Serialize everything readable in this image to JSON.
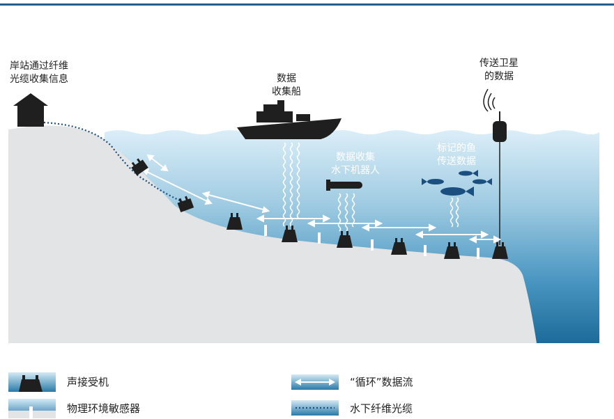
{
  "labels": {
    "shore_station": [
      "岸站通过纤维",
      "光缆收集信息"
    ],
    "data_ship": [
      "数据",
      "收集船"
    ],
    "satellite": [
      "传送卫星",
      "的数据"
    ],
    "auv": [
      "数据收集",
      "水下机器人"
    ],
    "tagged_fish": [
      "标记的鱼",
      "传送数据"
    ]
  },
  "legend": {
    "receiver": "声接受机",
    "sensor": "物理环境敏感器",
    "data_flow": "“循环”数据流",
    "fiber_cable": "水下纤维光缆"
  },
  "colors": {
    "accent_rule": "#1f5f8f",
    "water_top": "#d9ecf6",
    "water_bottom": "#1f6e9c",
    "seabed": "#e3e4e5",
    "dark": "#1f1f1f"
  }
}
